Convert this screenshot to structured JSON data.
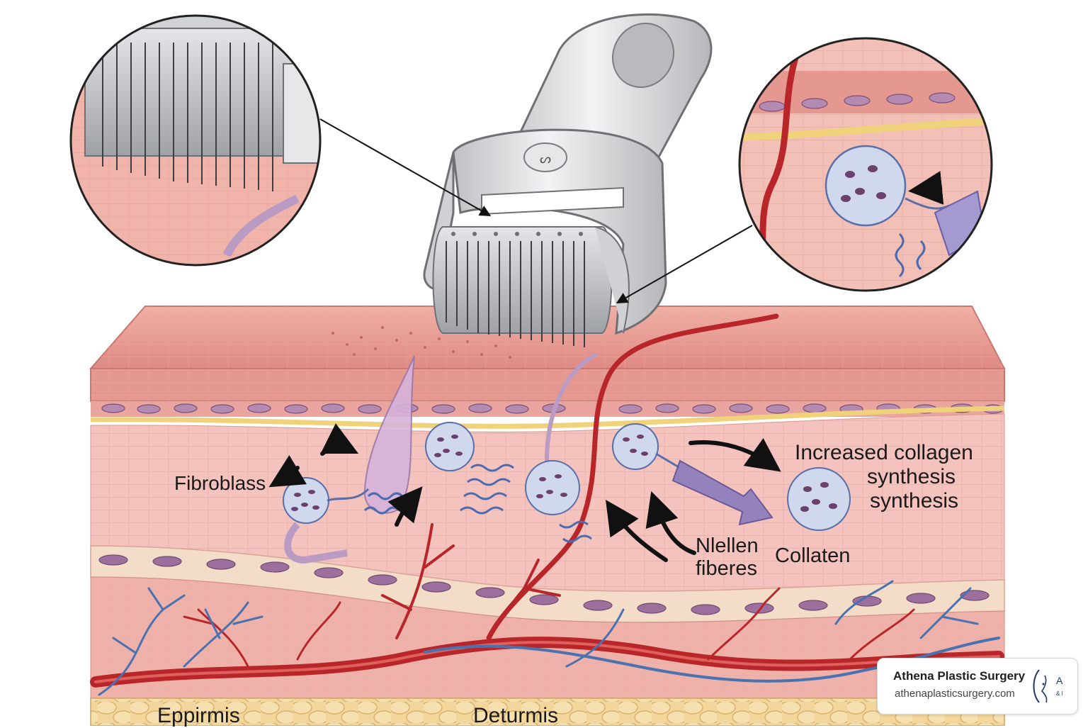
{
  "labels": {
    "fibroblast": "Fibroblass",
    "increased_collagen_1": "Increased collagen",
    "increased_collagen_2": "synthesis",
    "increased_collagen_3": "synthesis",
    "nlellen_1": "Nlellen",
    "nlellen_2": "fiberes",
    "collaten": "Collaten",
    "epidermis": "Eppirmis",
    "dermis": "Deturmis"
  },
  "badge": {
    "name": "Athena Plastic Surgery",
    "url": "athenaplasticsurgery.com",
    "logo_letters": "A",
    "logo_small": "& I"
  },
  "colors": {
    "skin_top": "#e89a92",
    "skin_mid": "#f4c3bd",
    "skin_deep": "#f0b3ab",
    "fat": "#f1d49a",
    "vessel_red": "#b9262a",
    "vessel_blue": "#4a72b0",
    "cell_fill": "#cfd8ec",
    "device_gray": "#d9dadc"
  }
}
